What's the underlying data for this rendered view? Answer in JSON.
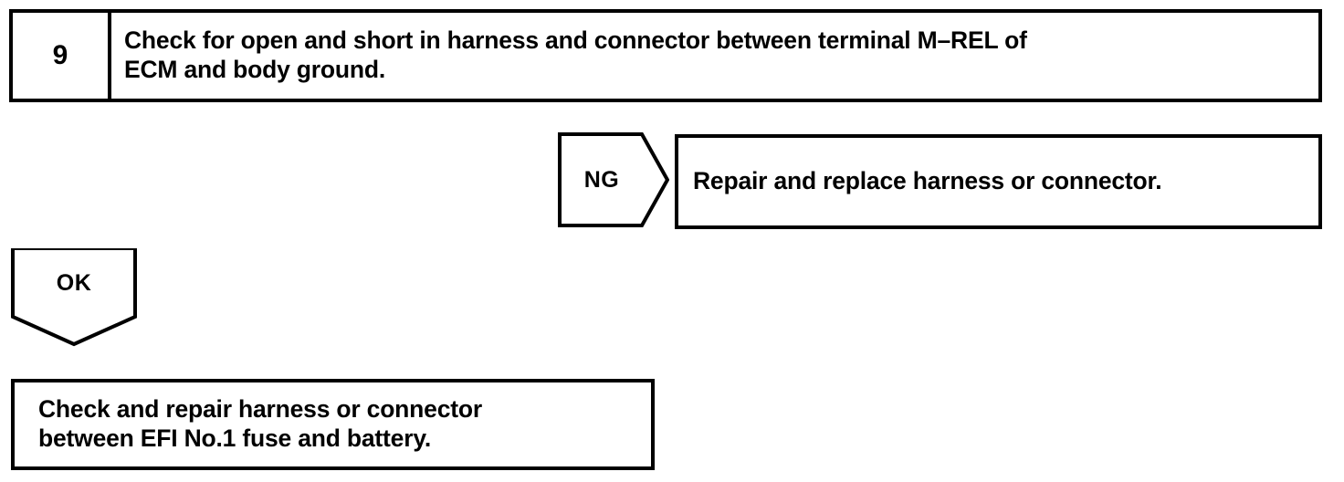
{
  "document": {
    "type": "automotive-diagnostic-flowchart",
    "ink_color": "#000000",
    "background_color": "#ffffff"
  },
  "step": {
    "number": "9",
    "instruction": "Check for open and short in harness and connector between terminal M–REL of\nECM and body ground."
  },
  "branches": {
    "ng": {
      "label": "NG",
      "direction": "right",
      "result": "Repair and replace harness or connector."
    },
    "ok": {
      "label": "OK",
      "direction": "down",
      "result": "Check and repair harness or connector\nbetween EFI No.1 fuse and battery."
    }
  }
}
